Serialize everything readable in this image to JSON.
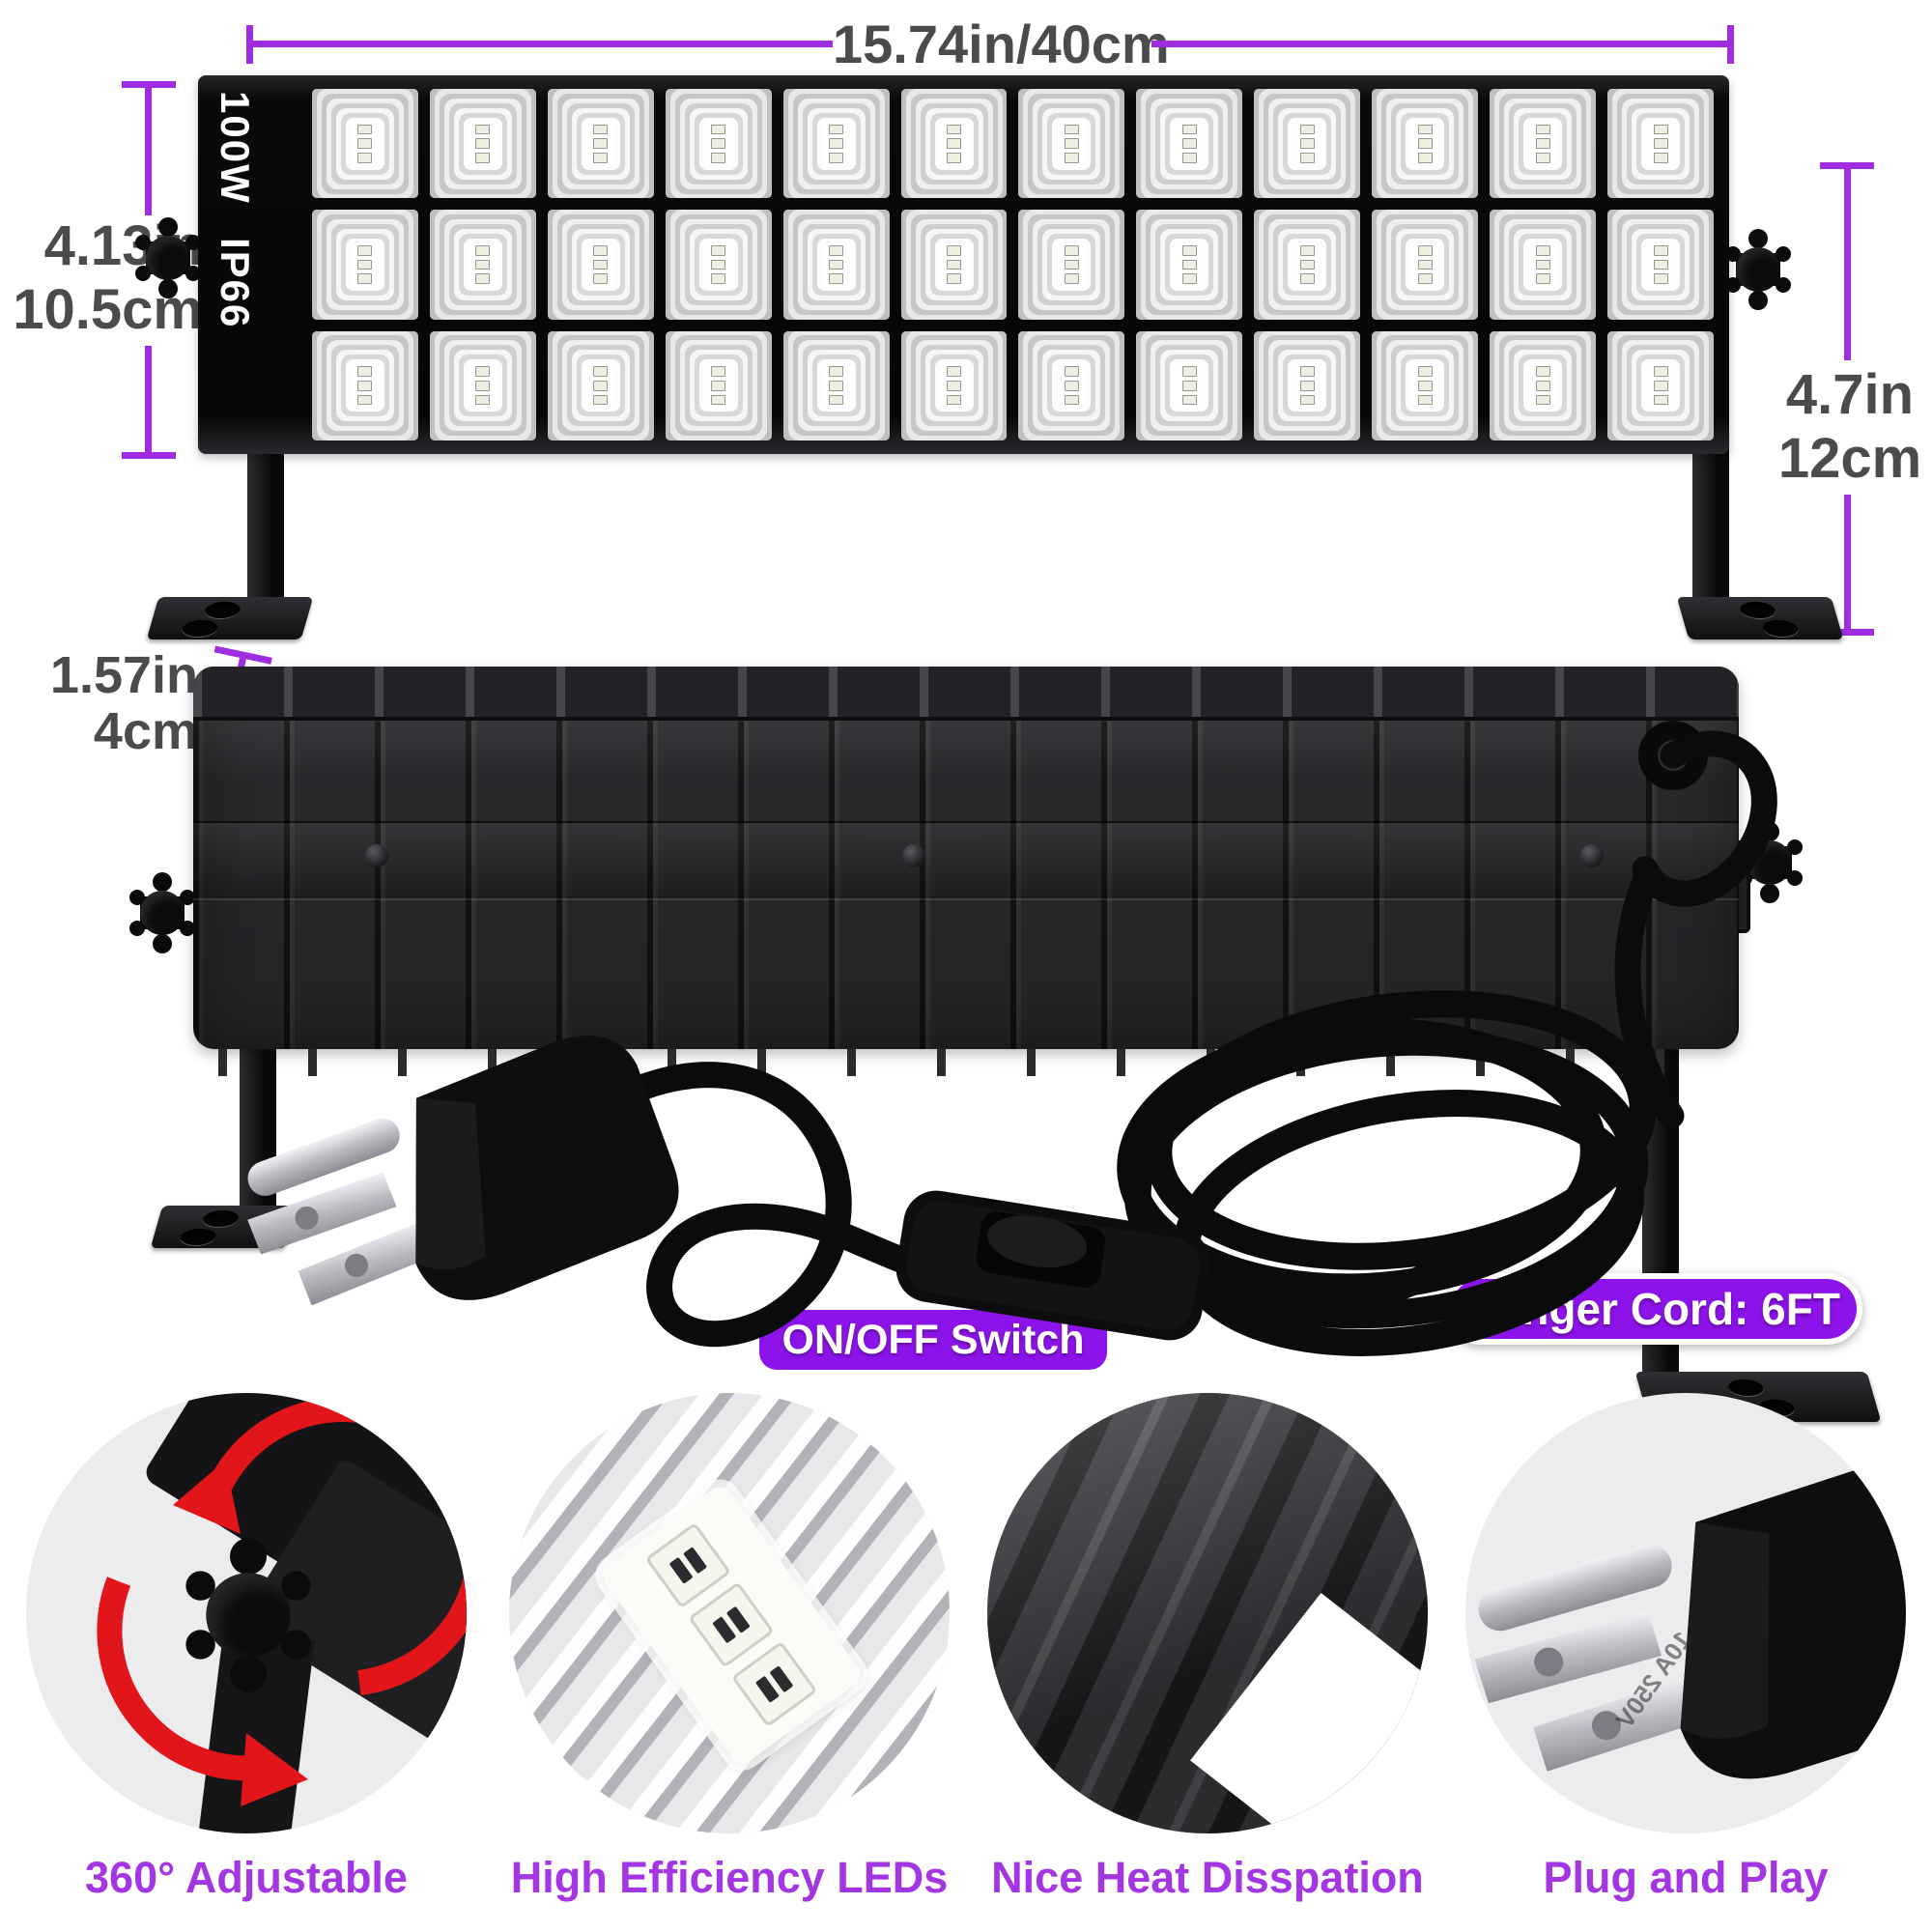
{
  "canvas": {
    "background": "#ffffff"
  },
  "colors": {
    "dimension_line": "#9e2de2",
    "dimension_text": "#4b4b4d",
    "pill_background": "#8c13e9",
    "pill_text": "#ffffff",
    "feature_text": "#a435e2",
    "rotation_arrow_red": "#e2151b",
    "fixture_black": "#0a0a0c",
    "heatsink_gray": "#313135"
  },
  "dimensions": {
    "width": "15.74in/40cm",
    "height_front": [
      "4.13in",
      "10.5cm"
    ],
    "height_total": [
      "4.7in",
      "12cm"
    ],
    "depth": [
      "1.57in",
      "4cm"
    ]
  },
  "product": {
    "wattage": "100W",
    "rating": "IP66",
    "led_columns": 12,
    "led_rows": 3,
    "chips_per_led": 3,
    "plug_marking": "10A 250V"
  },
  "callouts": {
    "switch_label": "ON/OFF Switch",
    "cord_label": "Longer Cord: 6FT"
  },
  "features": [
    {
      "label": "360° Adjustable"
    },
    {
      "label": "High Efficiency LEDs"
    },
    {
      "label": "Nice Heat Disspation"
    },
    {
      "label": "Plug and Play"
    }
  ]
}
